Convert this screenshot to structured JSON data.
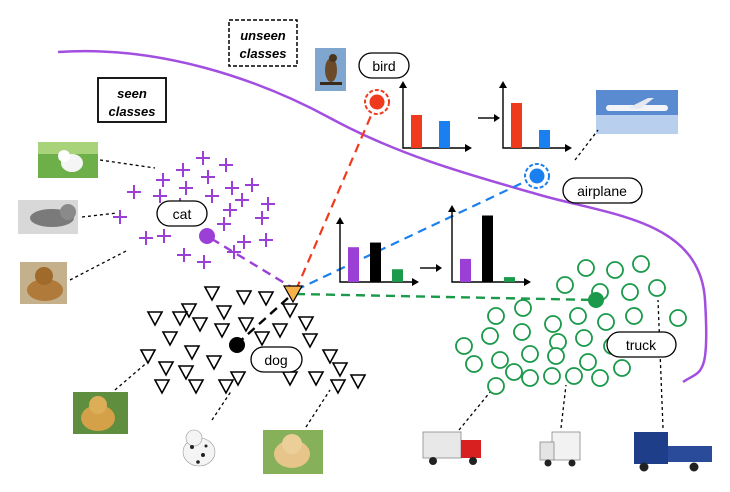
{
  "boxes": {
    "unseen_line1": "unseen",
    "unseen_line2": "classes",
    "seen_line1": "seen",
    "seen_line2": "classes"
  },
  "labels": {
    "bird": "bird",
    "cat": "cat",
    "airplane": "airplane",
    "dog": "dog",
    "truck": "truck"
  },
  "colors": {
    "cat": "#9b3fd6",
    "dog": "#000000",
    "truck": "#1a9a4a",
    "bird": "#f03a1e",
    "airplane": "#1a80f0",
    "query": "#f7b34a",
    "boundary": "#a24ee0"
  },
  "chart_data": [
    {
      "type": "bar",
      "series": [
        {
          "values": [
            0.55,
            0.45
          ]
        }
      ],
      "colors": [
        "#f03a1e",
        "#1a80f0"
      ]
    },
    {
      "type": "bar",
      "series": [
        {
          "values": [
            0.75,
            0.3
          ]
        }
      ],
      "colors": [
        "#f03a1e",
        "#1a80f0"
      ]
    },
    {
      "type": "bar",
      "series": [
        {
          "values": [
            0.6,
            0.68,
            0.22
          ]
        }
      ],
      "colors": [
        "#9b3fd6",
        "#000000",
        "#1a9a4a"
      ]
    },
    {
      "type": "bar",
      "series": [
        {
          "values": [
            0.33,
            0.95,
            0.07
          ]
        }
      ],
      "colors": [
        "#9b3fd6",
        "#000000",
        "#1a9a4a"
      ]
    }
  ]
}
